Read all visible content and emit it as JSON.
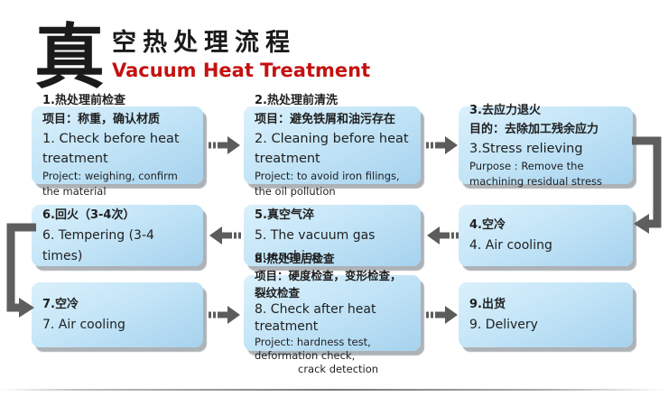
{
  "header": {
    "big_char": "真",
    "title_cn": "空热处理流程",
    "title_en": "Vacuum Heat Treatment"
  },
  "colors": {
    "title_en_red": "#c51111",
    "box_gradient_top": "#daf0fc",
    "box_gradient_bottom": "#a6d2ee",
    "box_shadow_gray": "#69727a",
    "arrow_gray": "#5c5c5c",
    "text": "#1f1f1f"
  },
  "flow": {
    "boxes": [
      {
        "cn1": "1.热处理前检查",
        "cn2": "项目：称重，确认材质",
        "en1": "1. Check before heat treatment",
        "en2": "Project: weighing, confirm the material"
      },
      {
        "cn1": "2.热处理前清洗",
        "cn2": "项目：避免铁屑和油污存在",
        "en1": "2. Cleaning before heat treatment",
        "en2": "Project: to avoid iron filings, the oil pollution"
      },
      {
        "cn1": "3.去应力退火",
        "cn2": "目的：去除加工残余应力",
        "en1": "3.Stress relieving",
        "en2": "Purpose : Remove the machining residual stress"
      },
      {
        "cn1": "4.空冷",
        "en1": "4. Air cooling"
      },
      {
        "cn1": "5.真空气淬",
        "en1": "5. The vacuum gas quenching"
      },
      {
        "cn1": "6.回火（3-4次）",
        "en1": "6. Tempering (3-4 times)"
      },
      {
        "cn1": "7.空冷",
        "en1": "7. Air cooling"
      },
      {
        "cn1": "8.热处理后检查",
        "cn2": "项目：硬度检查，变形检查，裂纹检查",
        "en1": "8. Check after heat treatment",
        "en2": "Project: hardness test, deformation check,",
        "en3": "crack detection"
      },
      {
        "cn1": "9.出货",
        "en1": "9. Delivery"
      }
    ]
  }
}
